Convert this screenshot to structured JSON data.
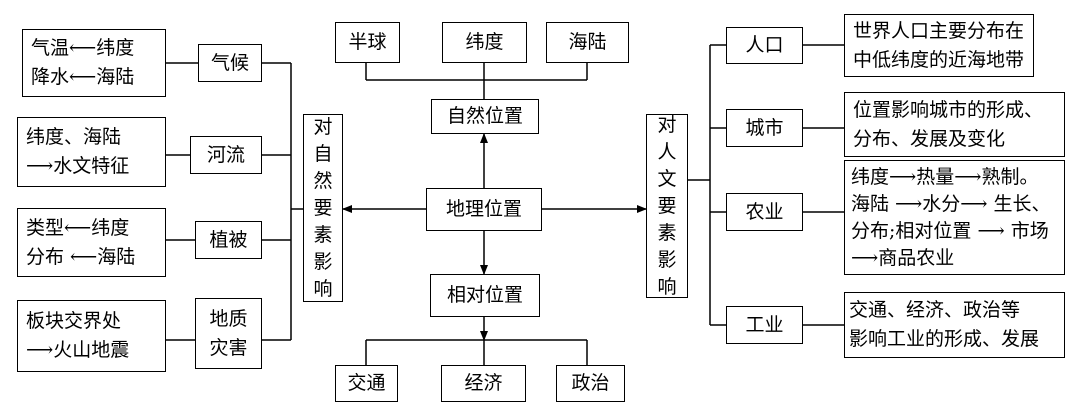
{
  "center": "地理位置",
  "top": {
    "natural": "自然位置",
    "natural_children": [
      "半球",
      "纬度",
      "海陆"
    ]
  },
  "bottom": {
    "relative": "相对位置",
    "relative_children": [
      "交通",
      "经济",
      "政治"
    ]
  },
  "left": {
    "title_chars": [
      "对",
      "自",
      "然",
      "要",
      "素",
      "影",
      "响"
    ],
    "factors": [
      {
        "label": "气候",
        "desc": [
          "气温⟵纬度",
          "降水⟵海陆"
        ]
      },
      {
        "label": "河流",
        "desc": [
          "纬度、海陆",
          "⟶水文特征"
        ]
      },
      {
        "label": "植被",
        "desc": [
          "类型⟵纬度",
          "分布 ⟵海陆"
        ]
      },
      {
        "label": "地质灾害",
        "label_lines": [
          "地质",
          "灾害"
        ],
        "desc": [
          "板块交界处",
          "⟶火山地震"
        ]
      }
    ]
  },
  "right": {
    "title_chars": [
      "对",
      "人",
      "文",
      "要",
      "素",
      "影",
      "响"
    ],
    "factors": [
      {
        "label": "人口",
        "desc": [
          "世界人口主要分布在",
          "中低纬度的近海地带"
        ]
      },
      {
        "label": "城市",
        "desc": [
          "位置影响城市的形成、",
          "分布、发展及变化"
        ]
      },
      {
        "label": "农业",
        "desc": [
          "纬度⟶热量⟶熟制。",
          "海陆 ⟶水分⟶ 生长、",
          "分布;相对位置 ⟶ 市场",
          "⟶商品农业"
        ]
      },
      {
        "label": "工业",
        "desc": [
          "交通、经济、政治等",
          "影响工业的形成、发展"
        ]
      }
    ]
  }
}
